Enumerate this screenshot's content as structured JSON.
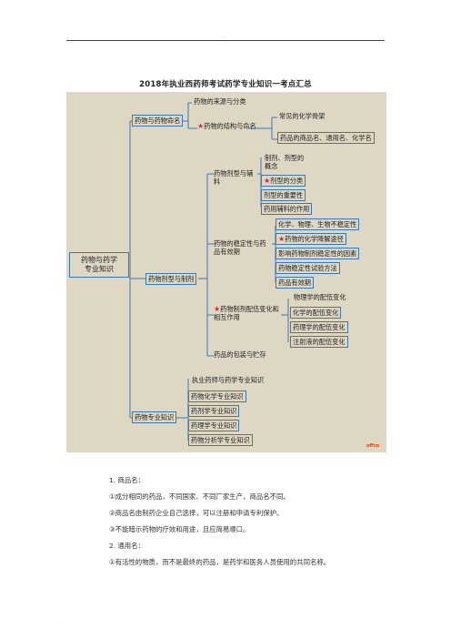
{
  "header": {
    "dot": "."
  },
  "footer": {
    "dot": "."
  },
  "title": "2018年执业西药师考试药学专业知识一考点汇总",
  "mindmap": {
    "root": "药物与药学\n专业知识",
    "star_glyph": "★",
    "watermark": "offcn",
    "branch1": {
      "label": "药物与药物命名",
      "child1": "药物的来源与分类",
      "child2": "药物的结构与命名",
      "child2_items": [
        "常见的化学骨架",
        "药品的商品名、通用名、化学名"
      ]
    },
    "branch2": {
      "label": "药物剂型与制剂",
      "sub1": {
        "label": "药物剂型与辅料",
        "items": [
          "制剂、剂型的概念",
          "剂型的分类",
          "剂型的重要性",
          "药用辅料的作用"
        ]
      },
      "sub2": {
        "label": "药物的稳定性与药品有效期",
        "items": [
          "化学、物理、生物不稳定性",
          "药物的化学降解途径",
          "影响药物制剂稳定性的因素",
          "药物稳定性试验方法",
          "药品有效期"
        ]
      },
      "sub3": {
        "label": "药物制剂配伍变化和相互作用",
        "items": [
          "物理学的配伍变化",
          "化学的配伍变化",
          "药理学的配伍变化",
          "注射液的配伍变化"
        ]
      },
      "sub4": {
        "label": "药品的包装与贮存"
      }
    },
    "branch3": {
      "label": "药物专业知识",
      "items": [
        "执业药师与药学专业知识",
        "药物化学专业知识",
        "药剂学专业知识",
        "药理学专业知识",
        "药物分析学专业知识"
      ]
    }
  },
  "body": {
    "h1": "1. 商品名：",
    "p1": "①成分相同的药品，不同国家、不同厂家生产，商品名不同。",
    "p2": "②商品名由制药企业自己选择，可以注册和申请专利保护。",
    "p3": "③不能暗示药物的疗效和用途，且应简易顺口。",
    "h2": "2. 通用名：",
    "p4": "①有活性的物质，而不是最终的药品，是药学和医务人员使用的共同名称。"
  }
}
